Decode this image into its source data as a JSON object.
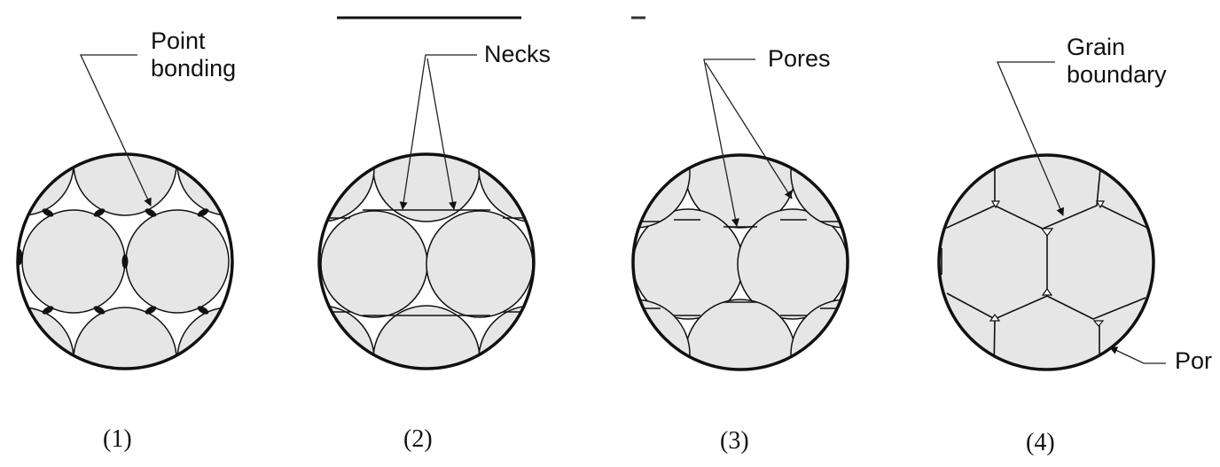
{
  "figure": {
    "colors": {
      "particle_fill": "#e6e6e6",
      "stroke": "#111111",
      "background": "#ffffff"
    },
    "stages": [
      {
        "number": "(1)",
        "label": "Point\nbonding",
        "description": "point-bonding"
      },
      {
        "number": "(2)",
        "label": "Necks",
        "description": "neck-formation"
      },
      {
        "number": "(3)",
        "label": "Pores",
        "description": "pore-rounding"
      },
      {
        "number": "(4)",
        "label": "Grain\nboundary",
        "description": "grain-boundary"
      }
    ],
    "extra_labels": {
      "pore_cut": "Por"
    }
  }
}
